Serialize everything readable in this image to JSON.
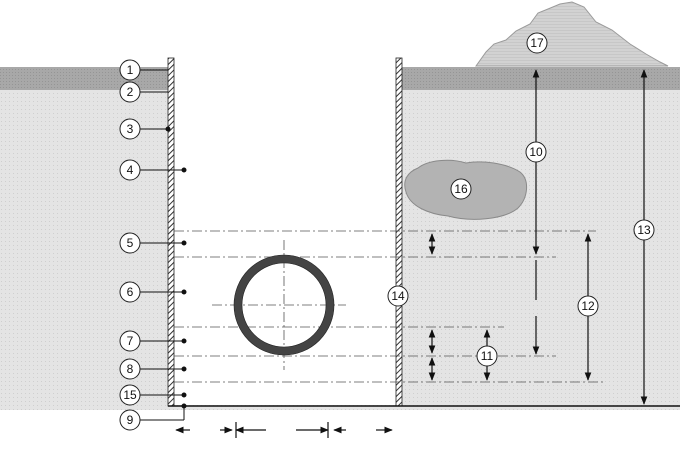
{
  "figure": {
    "type": "trench cross-section",
    "colors": {
      "soil": "#e3e3e3",
      "surface_layer": "#a9a9a9",
      "boulder": "#b5b5b5",
      "spoil_heap": "#cfcfcf",
      "line": "#222222",
      "callout_fill": "#ffffff"
    },
    "callouts": [
      {
        "id": "c1",
        "label": "1"
      },
      {
        "id": "c2",
        "label": "2"
      },
      {
        "id": "c3",
        "label": "3"
      },
      {
        "id": "c4",
        "label": "4"
      },
      {
        "id": "c5",
        "label": "5"
      },
      {
        "id": "c6",
        "label": "6"
      },
      {
        "id": "c7",
        "label": "7"
      },
      {
        "id": "c8",
        "label": "8"
      },
      {
        "id": "c15",
        "label": "15"
      },
      {
        "id": "c9",
        "label": "9"
      },
      {
        "id": "c10",
        "label": "10"
      },
      {
        "id": "c11",
        "label": "11"
      },
      {
        "id": "c12",
        "label": "12"
      },
      {
        "id": "c13",
        "label": "13"
      },
      {
        "id": "c14",
        "label": "14"
      },
      {
        "id": "c16",
        "label": "16"
      },
      {
        "id": "c17",
        "label": "17"
      }
    ]
  }
}
